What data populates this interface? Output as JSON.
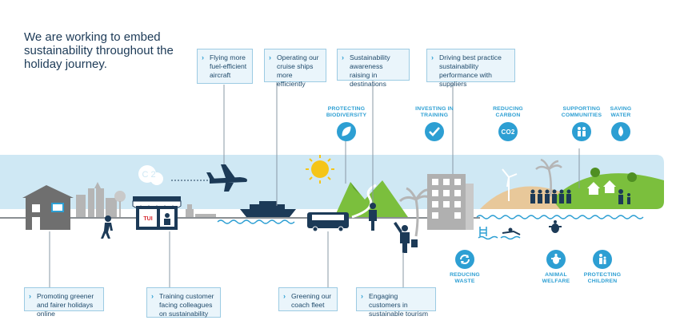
{
  "title": "We are working to embed sustainability throughout the holiday journey.",
  "top_boxes": [
    {
      "text": "Flying more fuel-efficient aircraft"
    },
    {
      "text": "Operating our cruise ships more efficiently"
    },
    {
      "text": "Sustainability awareness raising in destinations"
    },
    {
      "text": "Driving best practice sustainability performance with suppliers"
    }
  ],
  "bottom_boxes": [
    {
      "text": "Promoting greener and fairer holidays online"
    },
    {
      "text": "Training customer facing colleagues on sustainability"
    },
    {
      "text": "Greening our coach fleet"
    },
    {
      "text": "Engaging customers in sustainable tourism"
    }
  ],
  "categories": [
    {
      "label": "PROTECTING BIODIVERSITY",
      "icon": "leaf-icon"
    },
    {
      "label": "INVESTING IN TRAINING",
      "icon": "checkmark-icon"
    },
    {
      "label": "REDUCING CARBON",
      "icon": "co2-icon"
    },
    {
      "label": "SUPPORTING COMMUNITIES",
      "icon": "people-icon"
    },
    {
      "label": "SAVING WATER",
      "icon": "water-drop-icon"
    },
    {
      "label": "REDUCING WASTE",
      "icon": "recycle-icon"
    },
    {
      "label": "ANIMAL WELFARE",
      "icon": "turtle-icon"
    },
    {
      "label": "PROTECTING CHILDREN",
      "icon": "child-icon"
    }
  ],
  "scene_labels": {
    "shop_sign": "TUI",
    "cloud_text": "C 2"
  },
  "colors": {
    "accent": "#2d9fd3",
    "band": "#cfe8f4",
    "building": "#6f6f6f",
    "green": "#7bbf3d",
    "dark_navy": "#1c3a57"
  }
}
